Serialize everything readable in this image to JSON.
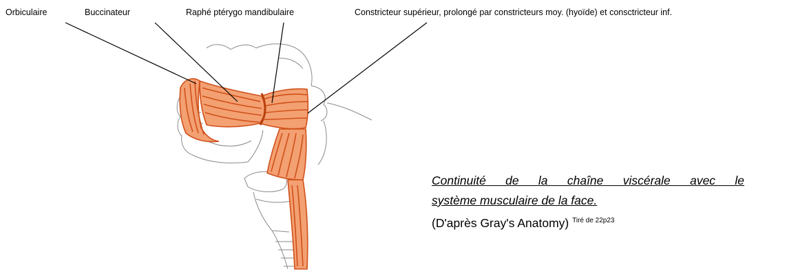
{
  "labels": {
    "orbiculaire": "Orbiculaire",
    "buccinateur": "Buccinateur",
    "raphe": "Raphé ptérygo mandibulaire",
    "constricteur": "Constricteur supérieur, prolongé par constricteurs moy. (hyoïde) et consctricteur inf."
  },
  "caption": {
    "line1": "Continuité de la chaîne viscérale avec le",
    "line2": "système musculaire de la face.",
    "line3": "(D'après Gray's Anatomy)",
    "source": "Tiré de 22p23"
  },
  "colors": {
    "muscle": "#e0601c",
    "muscle_dark": "#b8400e",
    "outline": "#8a8a8a",
    "leader": "#000000"
  }
}
